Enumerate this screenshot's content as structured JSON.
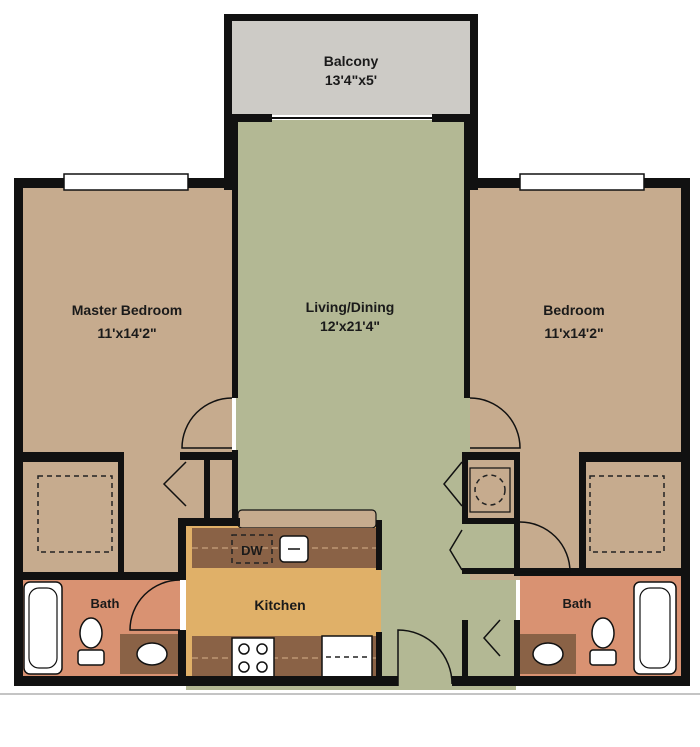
{
  "rooms": {
    "balcony": {
      "name": "Balcony",
      "dims": "13'4\"x5'"
    },
    "living": {
      "name": "Living/Dining",
      "dims": "12'x21'4\""
    },
    "master": {
      "name": "Master Bedroom",
      "dims": "11'x14'2\""
    },
    "bedroom": {
      "name": "Bedroom",
      "dims": "11'x14'2\""
    },
    "kitchen": {
      "name": "Kitchen"
    },
    "bath_left": {
      "name": "Bath"
    },
    "bath_right": {
      "name": "Bath"
    }
  },
  "appliances": {
    "dishwasher": "DW"
  },
  "colors": {
    "bedroom": "#c6ab8e",
    "living": "#b3b894",
    "balcony": "#cdcbc6",
    "kitchen": "#e0b068",
    "cabinet": "#8a6246",
    "bath": "#d99272",
    "wall": "#111111"
  }
}
